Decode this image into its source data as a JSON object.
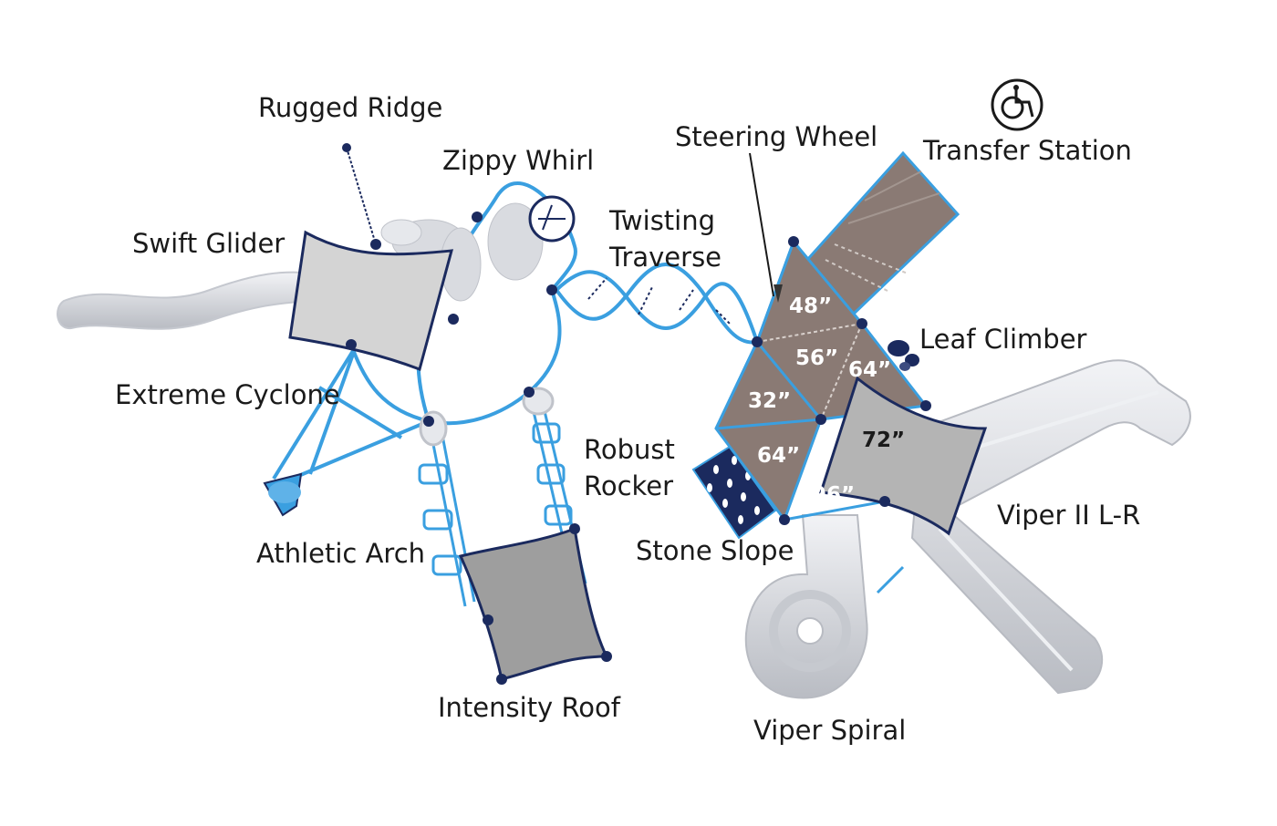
{
  "labels": {
    "rugged_ridge": "Rugged Ridge",
    "zippy_whirl": "Zippy Whirl",
    "swift_glider": "Swift Glider",
    "twisting_traverse_1": "Twisting",
    "twisting_traverse_2": "Traverse",
    "extreme_cyclone": "Extreme Cyclone",
    "athletic_arch": "Athletic Arch",
    "robust_rocker_1": "Robust",
    "robust_rocker_2": "Rocker",
    "intensity_roof": "Intensity Roof",
    "steering_wheel": "Steering Wheel",
    "transfer_station": "Transfer Station",
    "leaf_climber": "Leaf Climber",
    "stone_slope": "Stone Slope",
    "viper_ii_lr": "Viper II L-R",
    "viper_spiral": "Viper Spiral"
  },
  "deck_heights": {
    "h48": "48”",
    "h56": "56”",
    "h64a": "64”",
    "h32": "32”",
    "h64b": "64”",
    "h72": "72”",
    "h96": "96”"
  },
  "icons": {
    "accessibility": "wheelchair-accessible-icon"
  },
  "colors": {
    "frame_blue": "#3a9fe0",
    "post_navy": "#1b2a5e",
    "deck_brown": "#8a7a74",
    "roof_gray": "#b4b4b4",
    "slide_silver": "#d9dbe0"
  }
}
